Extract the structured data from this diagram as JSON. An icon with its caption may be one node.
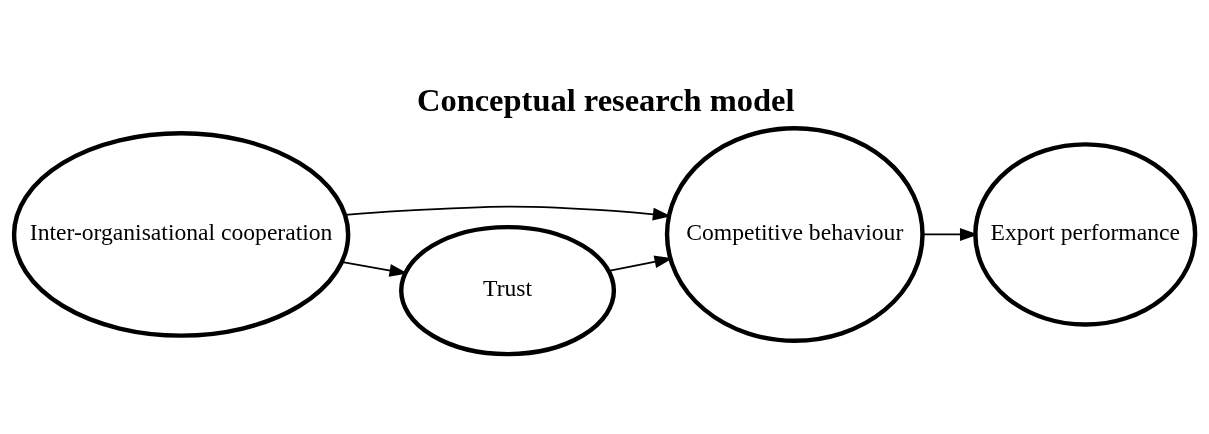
{
  "diagram": {
    "title": "Conceptual research model",
    "nodes": [
      {
        "text": [
          "Inter-organisational cooperation"
        ]
      },
      {
        "text": [
          "Competitive behaviour"
        ]
      },
      {
        "text": [
          "Export performance"
        ]
      },
      {
        "text": [
          "Trust"
        ]
      }
    ],
    "edges": [
      {
        "from": 0,
        "to": 1,
        "arrow": "to"
      },
      {
        "from": 0,
        "to": 3,
        "arrow": "to"
      },
      {
        "from": 3,
        "to": 1,
        "arrow": "to"
      },
      {
        "from": 1,
        "to": 2,
        "arrow": "to"
      }
    ]
  }
}
